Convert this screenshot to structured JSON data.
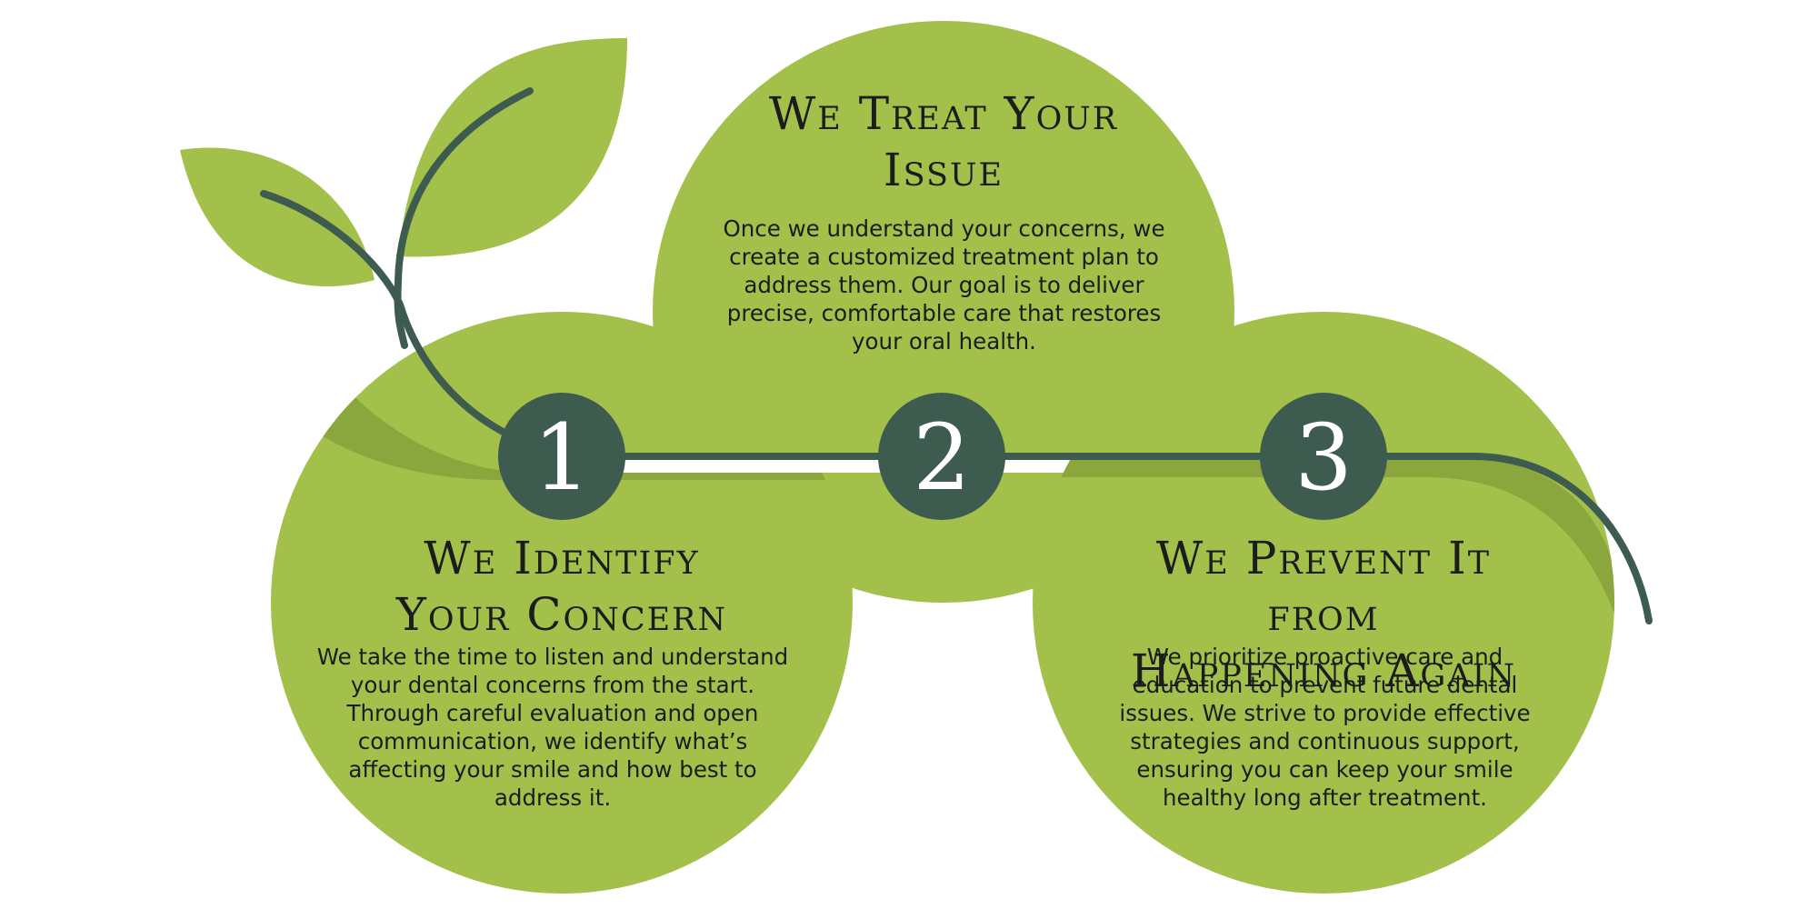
{
  "colors": {
    "circle_green": "#a2c04a",
    "shadow_green": "#8aa63c",
    "dark_green": "#3d5b4f",
    "leaf_green": "#a2c04a",
    "text": "#1c1c1c",
    "number_text": "#ffffff"
  },
  "steps": [
    {
      "number": "1",
      "title_line1": "We Identify",
      "title_line2": "Your Concern",
      "text": "We take the time to listen and understand your dental concerns from the start. Through careful evaluation and open communication, we identify what’s affecting your smile and how best to address it."
    },
    {
      "number": "2",
      "title_line1": "We Treat Your",
      "title_line2": "Issue",
      "text": "Once we understand your concerns, we create a customized treatment plan to address them. Our goal is to deliver precise, comfortable care that restores your oral health."
    },
    {
      "number": "3",
      "title_line1": "We Prevent It from",
      "title_line2": "Happening Again",
      "text": "We prioritize proactive care and education to prevent future dental issues. We strive to provide effective strategies and continuous support, ensuring you can keep your smile healthy long after treatment."
    }
  ]
}
